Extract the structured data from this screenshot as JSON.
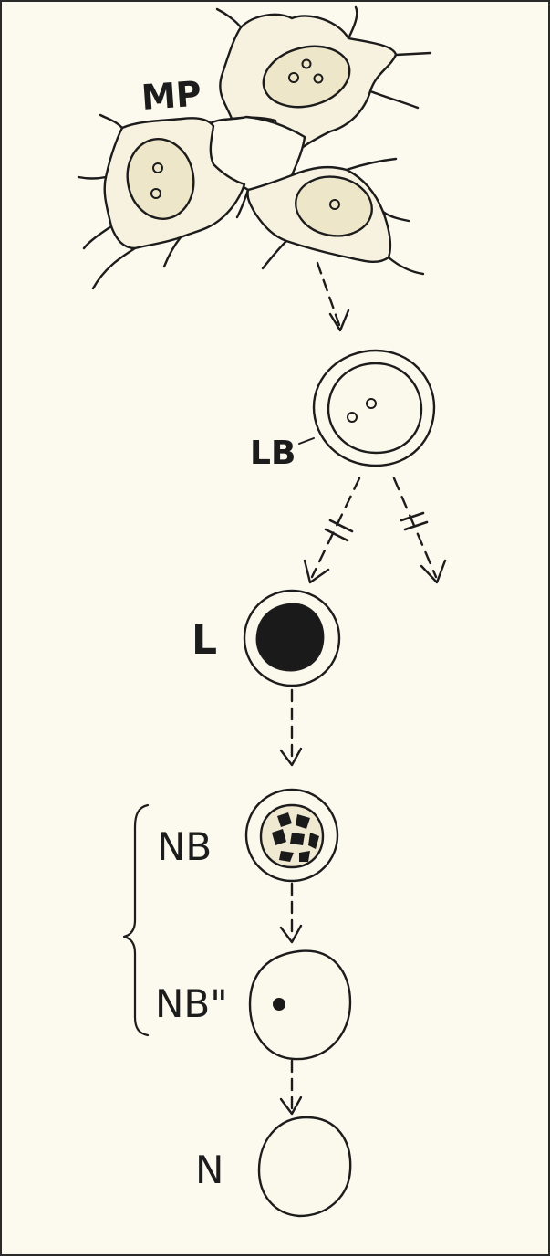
{
  "labels": {
    "mp": "MP",
    "lb": "LB",
    "l": "L",
    "nb": "NB",
    "nb2": "NB\"",
    "n": "N"
  },
  "colors": {
    "ink": "#1c1c1c",
    "paper": "#fcf9ee",
    "cell_fill": "#f7f2df",
    "dark_nucleus": "#1a1a1a"
  }
}
